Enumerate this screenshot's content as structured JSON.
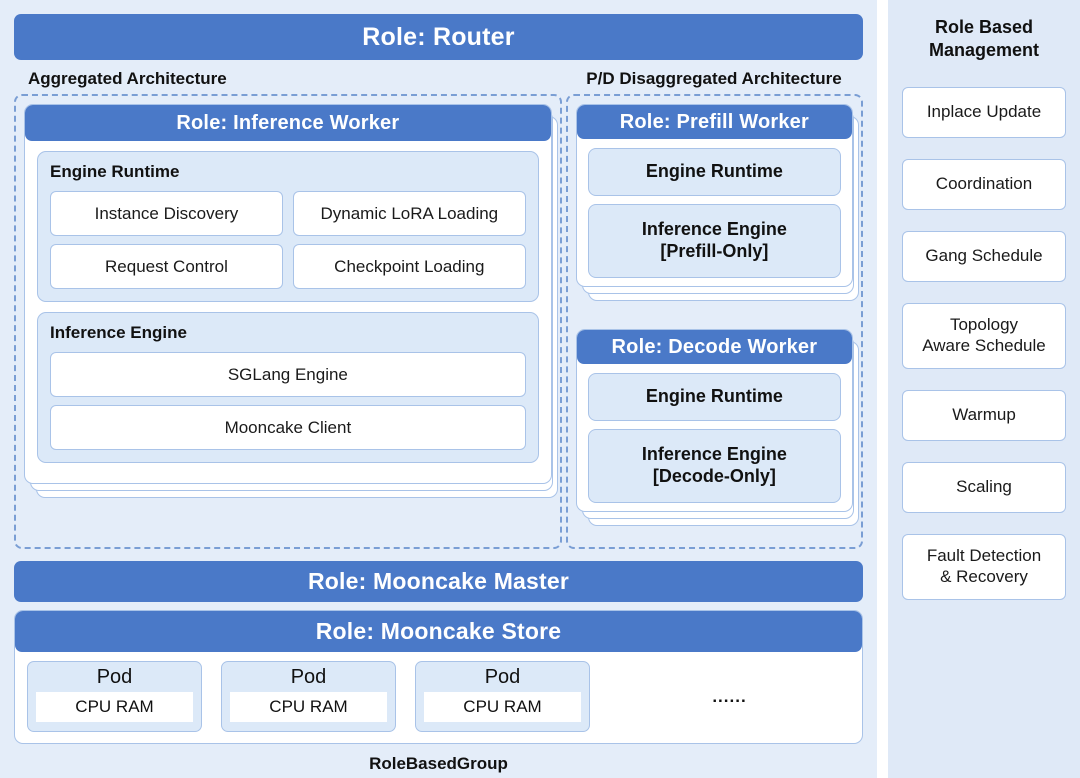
{
  "main": {
    "router_role": "Role: Router",
    "captions": {
      "aggregated": "Aggregated Architecture",
      "disaggregated": "P/D Disaggregated Architecture"
    },
    "aggregated": {
      "worker_role": "Role: Inference Worker",
      "engine_runtime": {
        "title": "Engine Runtime",
        "items": [
          "Instance Discovery",
          "Dynamic LoRA Loading",
          "Request Control",
          "Checkpoint Loading"
        ]
      },
      "inference_engine": {
        "title": "Inference Engine",
        "items": [
          "SGLang Engine",
          "Mooncake Client"
        ]
      }
    },
    "disaggregated": {
      "prefill": {
        "role": "Role: Prefill Worker",
        "runtime": "Engine Runtime",
        "engine": "Inference Engine\n[Prefill-Only]"
      },
      "decode": {
        "role": "Role: Decode Worker",
        "runtime": "Engine Runtime",
        "engine": "Inference Engine\n[Decode-Only]"
      }
    },
    "mooncake": {
      "master_role": "Role: Mooncake Master",
      "store_role": "Role: Mooncake Store",
      "pods": [
        {
          "title": "Pod",
          "resource": "CPU RAM"
        },
        {
          "title": "Pod",
          "resource": "CPU RAM"
        },
        {
          "title": "Pod",
          "resource": "CPU RAM"
        }
      ],
      "ellipsis": "......"
    },
    "group_label": "RoleBasedGroup"
  },
  "sidebar": {
    "title": "Role Based\nManagement",
    "items": [
      {
        "label": "Inplace Update",
        "tall": false
      },
      {
        "label": "Coordination",
        "tall": false
      },
      {
        "label": "Gang Schedule",
        "tall": false
      },
      {
        "label": "Topology\nAware Schedule",
        "tall": true
      },
      {
        "label": "Warmup",
        "tall": false
      },
      {
        "label": "Scaling",
        "tall": false
      },
      {
        "label": "Fault Detection\n& Recovery",
        "tall": true
      }
    ]
  },
  "colors": {
    "role_bar_blue": "#4a79c8",
    "panel_bg": "#e4edf9",
    "sidebar_bg": "#dfe9f7",
    "group_fill": "#dce9f8",
    "border_blue": "#a9c3e8",
    "dashed_blue": "#7a9ed4"
  }
}
